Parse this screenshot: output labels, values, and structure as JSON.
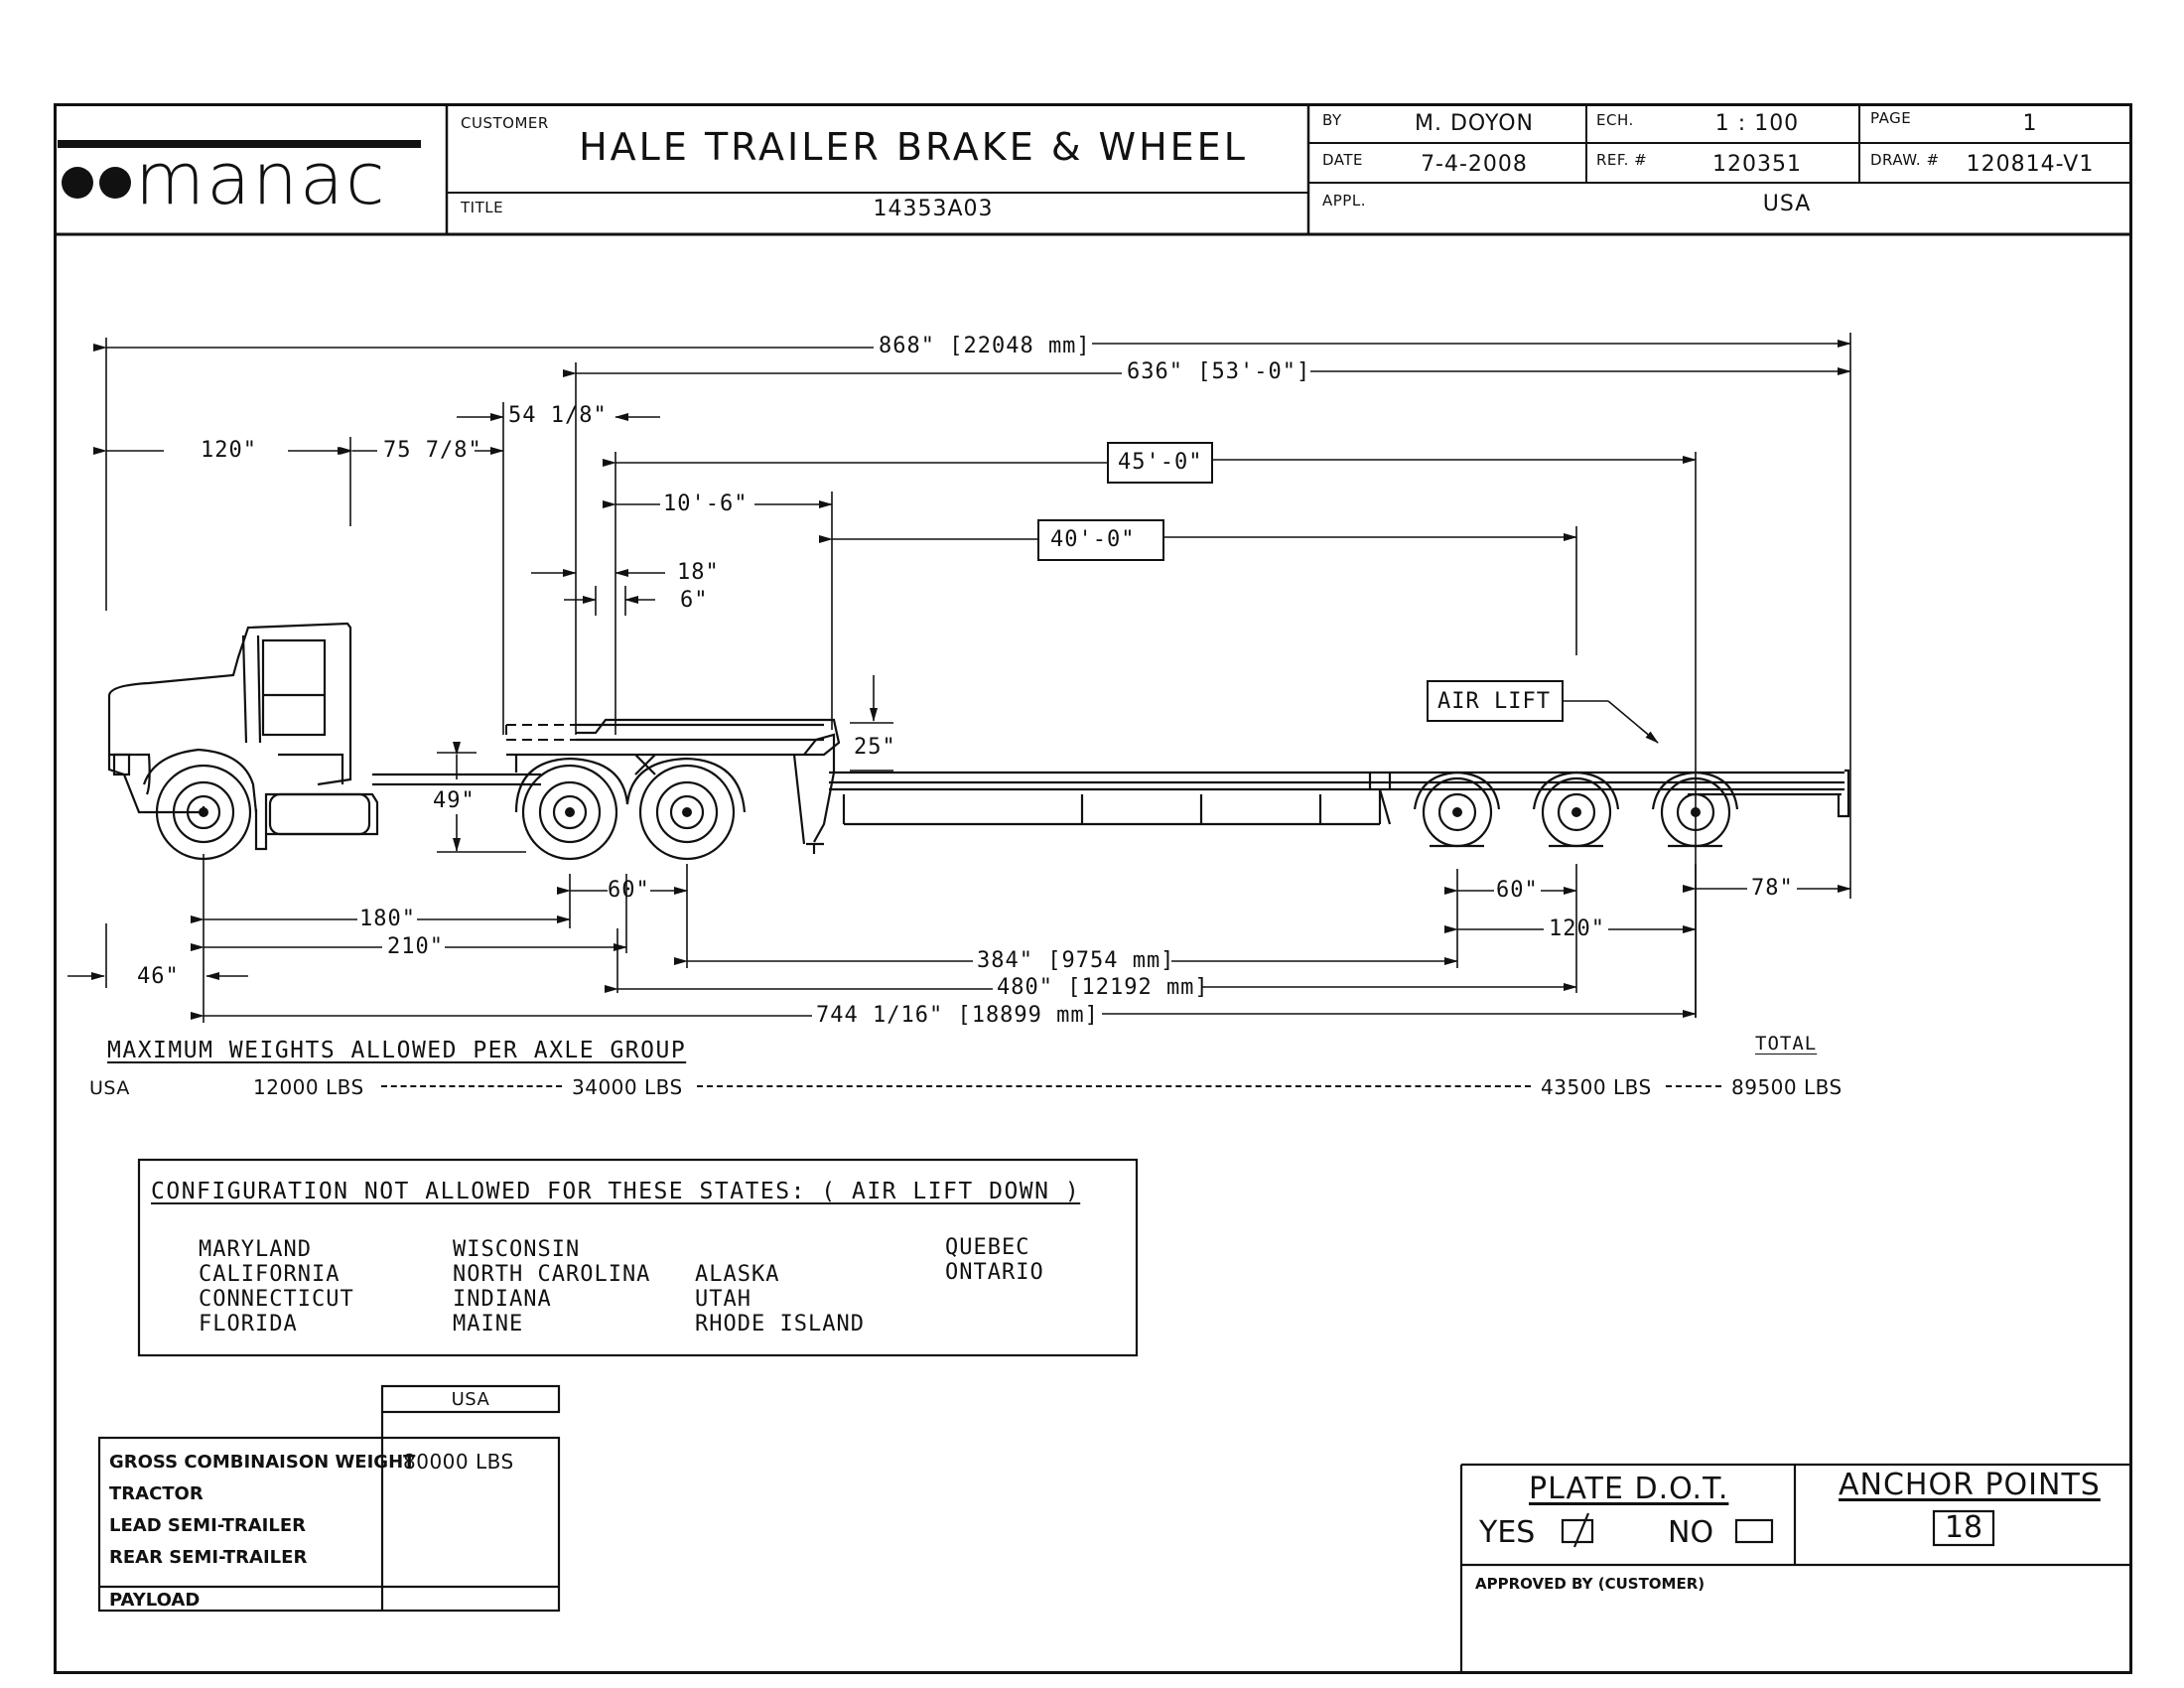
{
  "titleblock": {
    "logo_text": "manac",
    "customer_label": "CUSTOMER",
    "customer": "HALE TRAILER BRAKE & WHEEL",
    "title_label": "TITLE",
    "title": "14353A03",
    "by_label": "BY",
    "by": "M. DOYON",
    "date_label": "DATE",
    "date": "7-4-2008",
    "appl_label": "APPL.",
    "appl": "USA",
    "ech_label": "ECH.",
    "scale": "1 : 100",
    "ref_label": "REF. #",
    "ref": "120351",
    "page_label": "PAGE",
    "page": "1",
    "draw_label": "DRAW. #",
    "draw": "120814-V1"
  },
  "dimensions": {
    "overall": "868\" [22048 mm]",
    "deck": "636\" [53'-0\"]",
    "tractor_front": "120\"",
    "tractor_mid": "75 7/8\"",
    "kingpin_gap": "54 1/8\"",
    "deck_45": "45'-0\"",
    "upper_deck": "10'-6\"",
    "deck_40": "40'-0\"",
    "d18": "18\"",
    "d6": "6\"",
    "d25": "25\"",
    "d49": "49\"",
    "air_lift": "AIR LIFT",
    "tandem_60": "60\"",
    "rear_60": "60\"",
    "rear_78": "78\"",
    "d180": "180\"",
    "d210": "210\"",
    "d120_rear": "120\"",
    "d384": "384\" [9754 mm]",
    "d480": "480\" [12192 mm]",
    "d46": "46\"",
    "d744": "744 1/16\" [18899 mm]"
  },
  "weights": {
    "heading": "MAXIMUM WEIGHTS ALLOWED PER AXLE GROUP",
    "total_label": "TOTAL",
    "region": "USA",
    "steer": "12000 LBS",
    "drive": "34000 LBS",
    "trailer": "43500 LBS",
    "total": "89500 LBS"
  },
  "config": {
    "heading": "CONFIGURATION NOT ALLOWED FOR THESE STATES: ( AIR LIFT DOWN )",
    "col1": [
      "MARYLAND",
      "CALIFORNIA",
      "CONNECTICUT",
      "FLORIDA"
    ],
    "col2": [
      "WISCONSIN",
      "NORTH CAROLINA",
      "INDIANA",
      "MAINE"
    ],
    "col3": [
      "ALASKA",
      "UTAH",
      "RHODE ISLAND"
    ],
    "col4": [
      "QUEBEC",
      "ONTARIO"
    ]
  },
  "gcw_table": {
    "header": "USA",
    "rows": [
      "GROSS COMBINAISON WEIGHT",
      "TRACTOR",
      "LEAD SEMI-TRAILER",
      "REAR SEMI-TRAILER"
    ],
    "gcw_value": "80000 LBS",
    "payload_label": "PAYLOAD"
  },
  "plate": {
    "heading": "PLATE D.O.T.",
    "yes_label": "YES",
    "no_label": "NO",
    "anchor_heading": "ANCHOR POINTS",
    "anchor_value": "18",
    "approved_label": "APPROVED BY (CUSTOMER)"
  }
}
